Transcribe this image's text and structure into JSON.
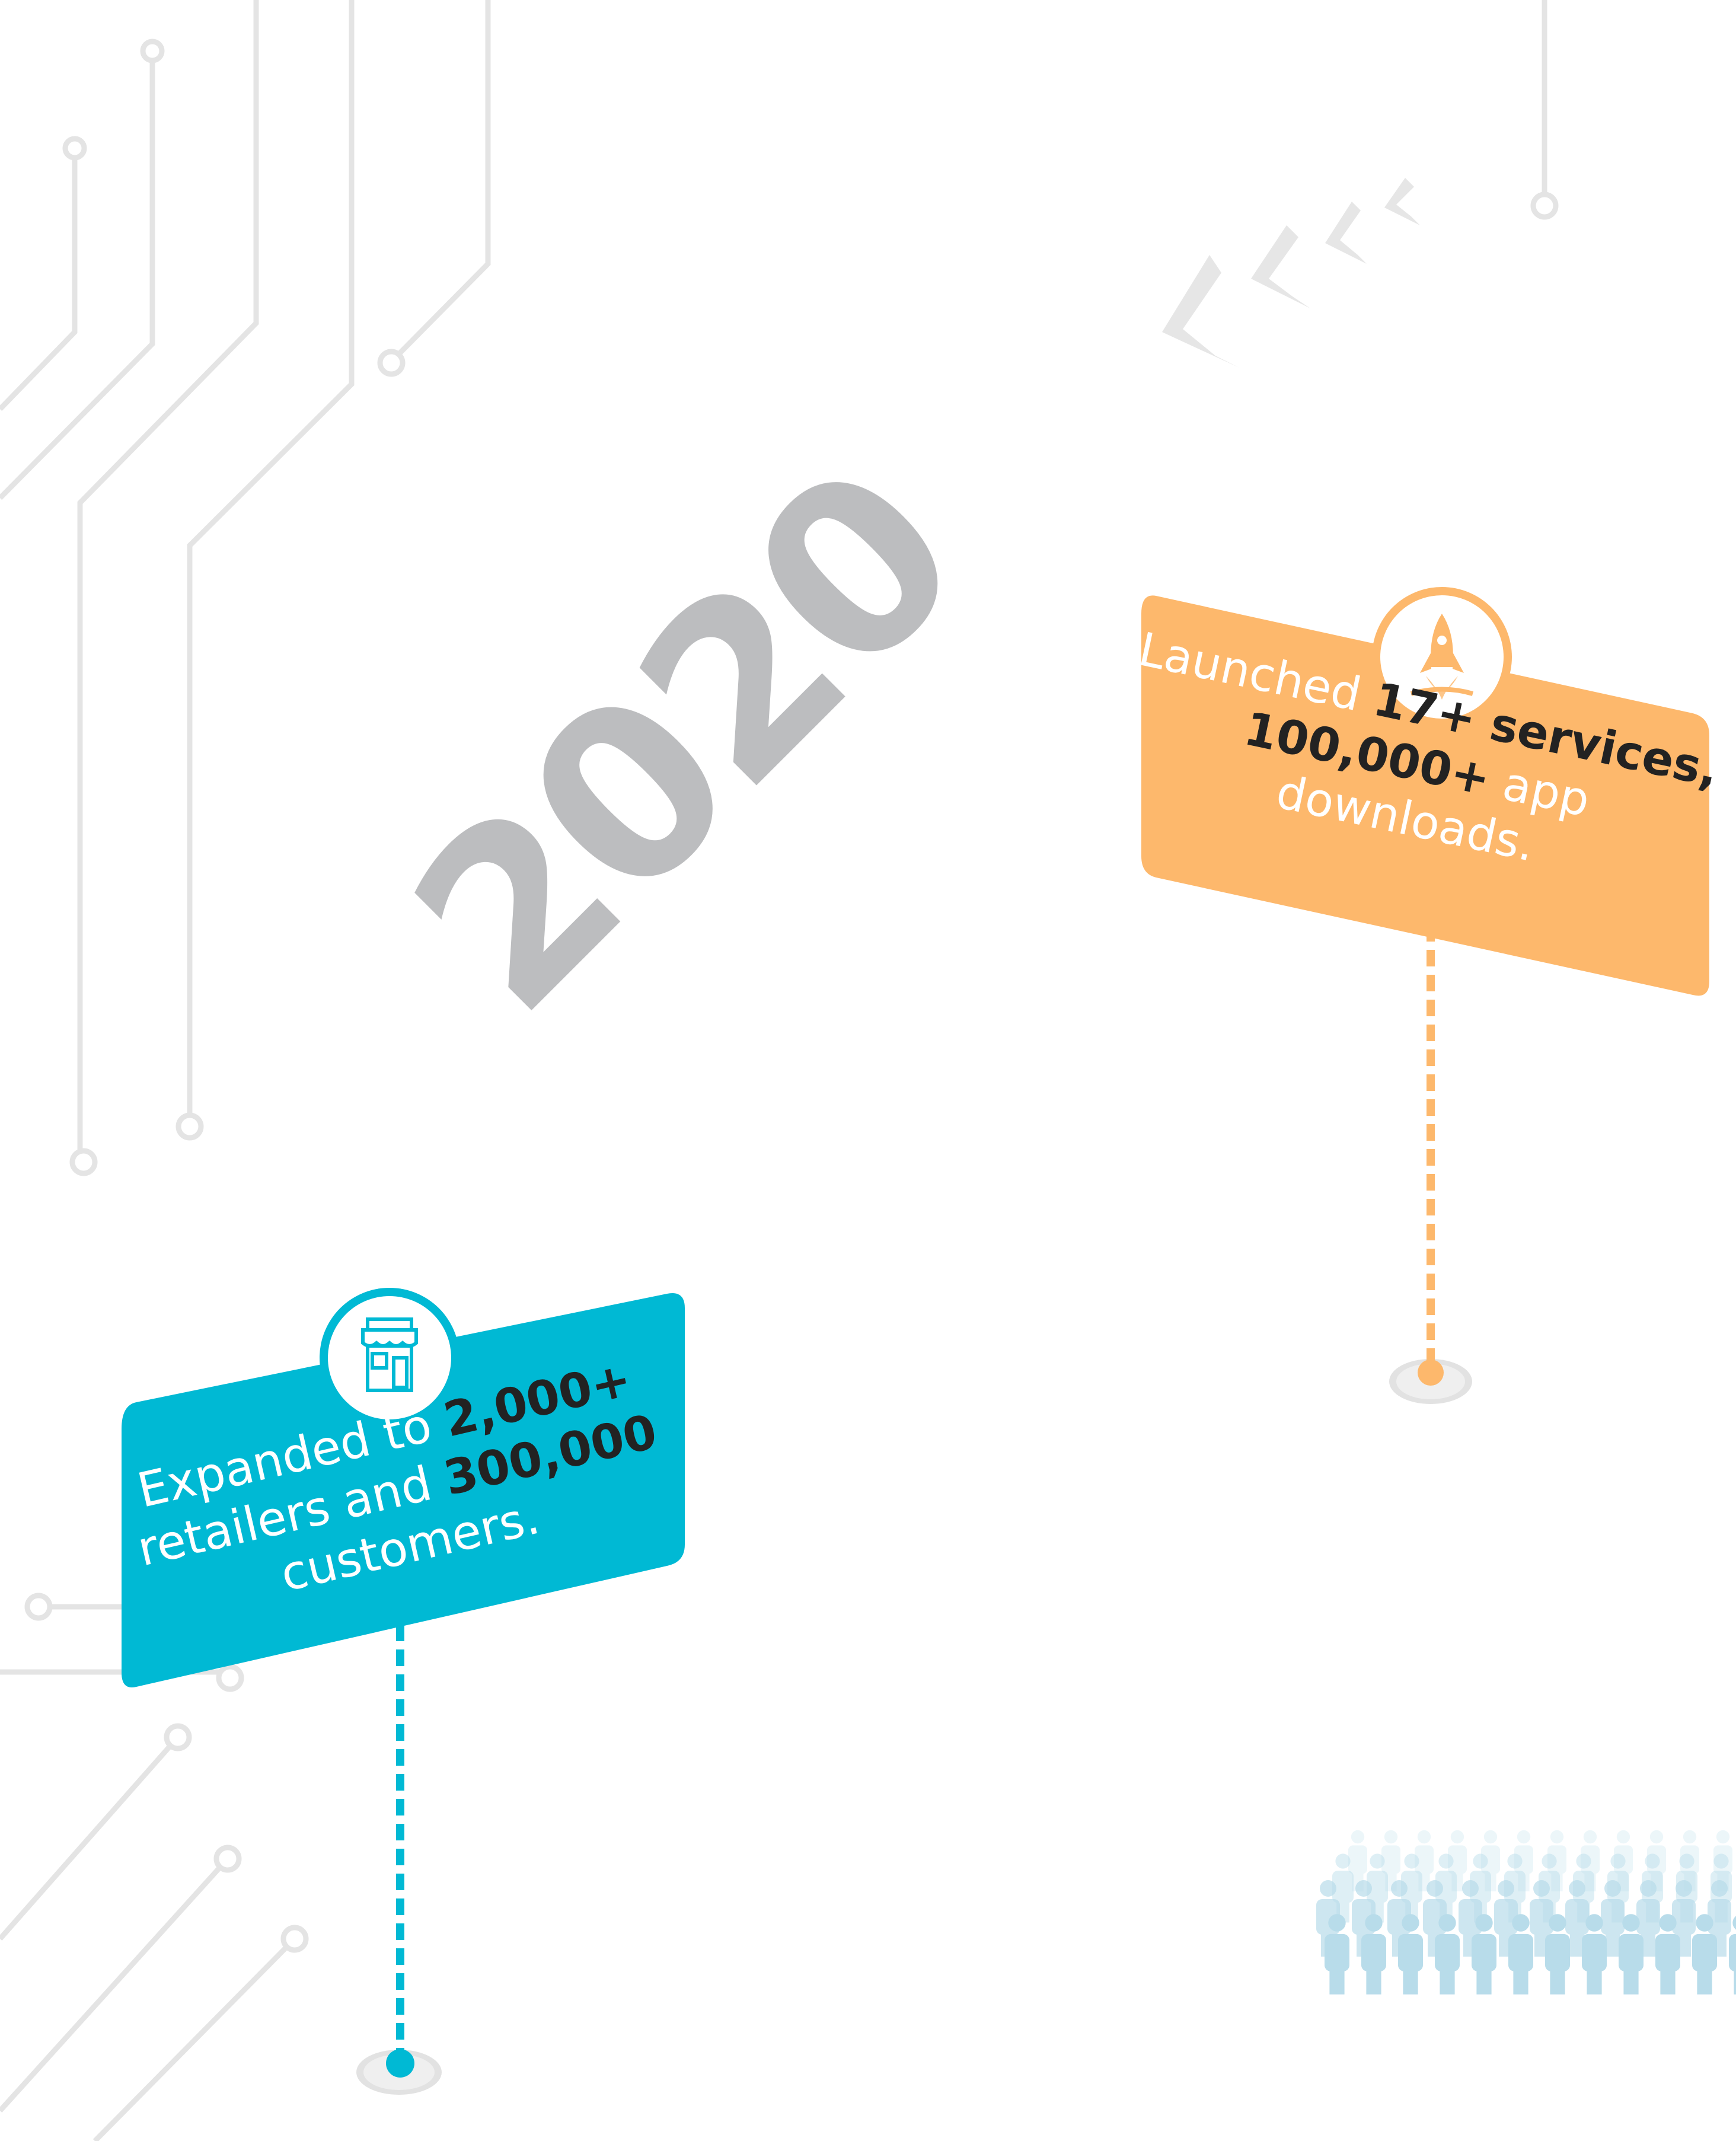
{
  "year_label": "2020",
  "milestones": {
    "launch": {
      "icon": "rocket-icon",
      "text_pre": "Launched ",
      "highlight_1": "17+ services,",
      "highlight_2": "100,000+",
      "text_mid": " app",
      "text_post": "downloads.",
      "color": "#fdb86c"
    },
    "expansion": {
      "icon": "store-icon",
      "text_pre": "Expanded to ",
      "highlight_1": "2,000+",
      "text_mid": "retailers and ",
      "highlight_2": "300,000",
      "text_post": "customers.",
      "color": "#00b9d4"
    }
  },
  "decor": {
    "crowd_icon": "crowd-icon",
    "arrows_icon": "chevrons-left-icon",
    "circuit_color": "#e4e4e4"
  }
}
